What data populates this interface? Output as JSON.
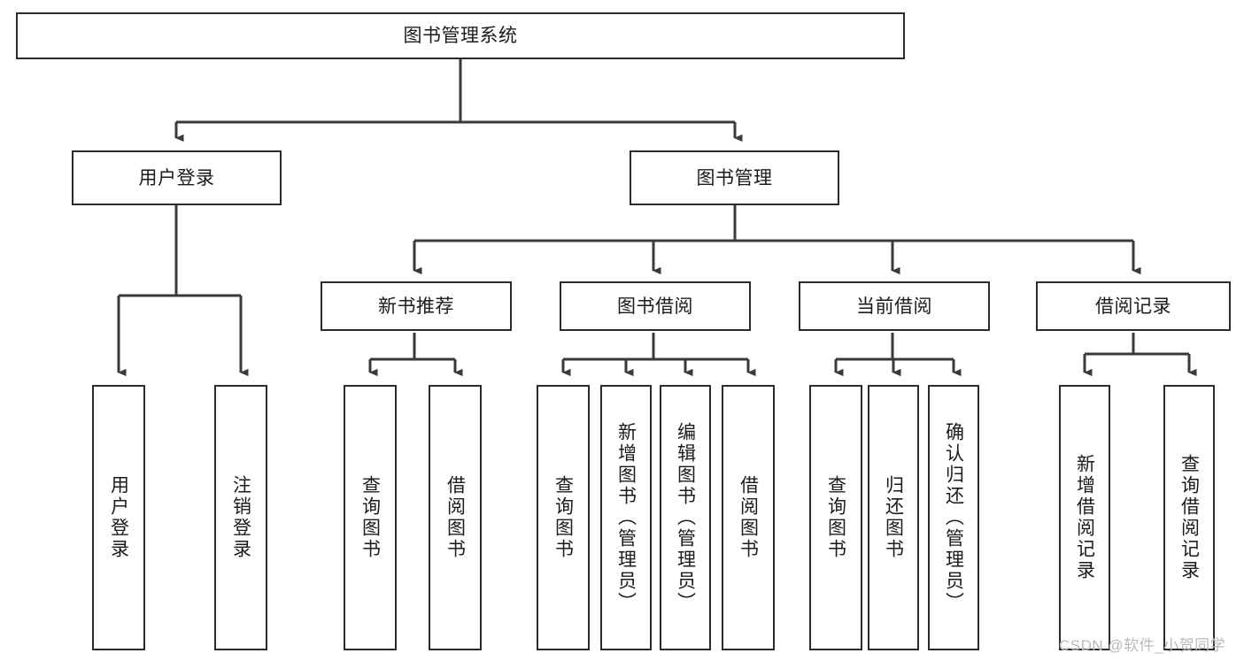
{
  "diagram": {
    "type": "tree",
    "title": "图书管理系统",
    "watermark": "CSDN @软件_小贺同学",
    "nodes": {
      "root": {
        "label": "图书管理系统",
        "level": 0,
        "orientation": "horizontal"
      },
      "user_login": {
        "label": "用户登录",
        "level": 1,
        "orientation": "horizontal"
      },
      "book_manage": {
        "label": "图书管理",
        "level": 1,
        "orientation": "horizontal"
      },
      "new_book_rec": {
        "label": "新书推荐",
        "level": 2,
        "orientation": "horizontal"
      },
      "book_borrow": {
        "label": "图书借阅",
        "level": 2,
        "orientation": "horizontal"
      },
      "current_borrow": {
        "label": "当前借阅",
        "level": 2,
        "orientation": "horizontal"
      },
      "borrow_record": {
        "label": "借阅记录",
        "level": 2,
        "orientation": "horizontal"
      },
      "leaf_user_login": {
        "label": "用户登录",
        "level": 2,
        "orientation": "vertical"
      },
      "leaf_logout": {
        "label": "注销登录",
        "level": 2,
        "orientation": "vertical"
      },
      "leaf_query_book_1": {
        "label": "查询图书",
        "level": 3,
        "orientation": "vertical"
      },
      "leaf_borrow_book_1": {
        "label": "借阅图书",
        "level": 3,
        "orientation": "vertical"
      },
      "leaf_query_book_2": {
        "label": "查询图书",
        "level": 3,
        "orientation": "vertical"
      },
      "leaf_add_book": {
        "label": "新增图书（管理员）",
        "level": 3,
        "orientation": "vertical"
      },
      "leaf_edit_book": {
        "label": "编辑图书（管理员）",
        "level": 3,
        "orientation": "vertical"
      },
      "leaf_borrow_book_2": {
        "label": "借阅图书",
        "level": 3,
        "orientation": "vertical"
      },
      "leaf_query_book_3": {
        "label": "查询图书",
        "level": 3,
        "orientation": "vertical"
      },
      "leaf_return_book": {
        "label": "归还图书",
        "level": 3,
        "orientation": "vertical"
      },
      "leaf_confirm_return": {
        "label": "确认归还（管理员）",
        "level": 3,
        "orientation": "vertical"
      },
      "leaf_add_record": {
        "label": "新增借阅记录",
        "level": 3,
        "orientation": "vertical"
      },
      "leaf_query_record": {
        "label": "查询借阅记录",
        "level": 3,
        "orientation": "vertical"
      }
    },
    "edges": [
      {
        "from": "root",
        "to": "user_login"
      },
      {
        "from": "root",
        "to": "book_manage"
      },
      {
        "from": "user_login",
        "to": "leaf_user_login"
      },
      {
        "from": "user_login",
        "to": "leaf_logout"
      },
      {
        "from": "book_manage",
        "to": "new_book_rec"
      },
      {
        "from": "book_manage",
        "to": "book_borrow"
      },
      {
        "from": "book_manage",
        "to": "current_borrow"
      },
      {
        "from": "book_manage",
        "to": "borrow_record"
      },
      {
        "from": "new_book_rec",
        "to": "leaf_query_book_1"
      },
      {
        "from": "new_book_rec",
        "to": "leaf_borrow_book_1"
      },
      {
        "from": "book_borrow",
        "to": "leaf_query_book_2"
      },
      {
        "from": "book_borrow",
        "to": "leaf_add_book"
      },
      {
        "from": "book_borrow",
        "to": "leaf_edit_book"
      },
      {
        "from": "book_borrow",
        "to": "leaf_borrow_book_2"
      },
      {
        "from": "current_borrow",
        "to": "leaf_query_book_3"
      },
      {
        "from": "current_borrow",
        "to": "leaf_return_book"
      },
      {
        "from": "current_borrow",
        "to": "leaf_confirm_return"
      },
      {
        "from": "borrow_record",
        "to": "leaf_add_record"
      },
      {
        "from": "borrow_record",
        "to": "leaf_query_record"
      }
    ],
    "colors": {
      "box_border": "#2b2b2b",
      "box_fill": "#ffffff",
      "connector": "#3a3a3a",
      "text": "#1b1b1b",
      "watermark": "#b9b9b9",
      "background": "#ffffff"
    }
  }
}
